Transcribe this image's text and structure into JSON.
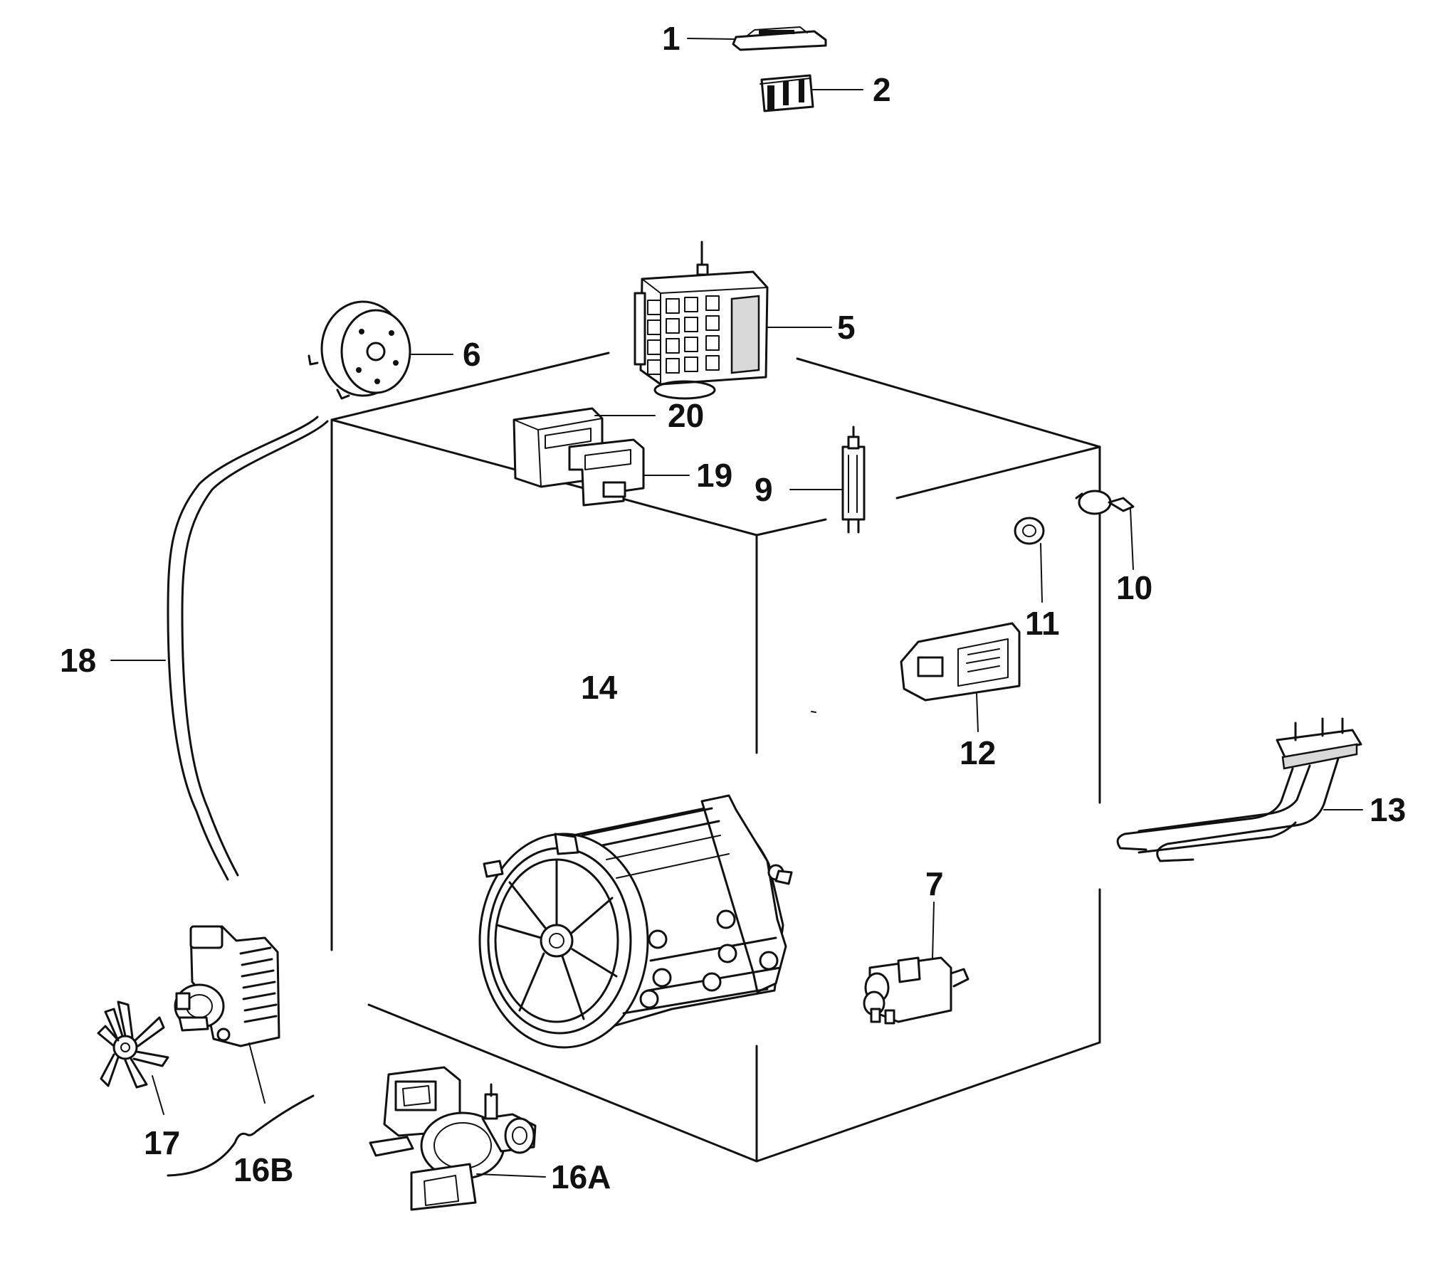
{
  "labels": {
    "p1": "1",
    "p2": "2",
    "p5": "5",
    "p6": "6",
    "p7": "7",
    "p9": "9",
    "p10": "10",
    "p11": "11",
    "p12": "12",
    "p13": "13",
    "p14": "14",
    "p16a": "16A",
    "p16b": "16B",
    "p17": "17",
    "p18": "18",
    "p19": "19",
    "p20": "20"
  }
}
